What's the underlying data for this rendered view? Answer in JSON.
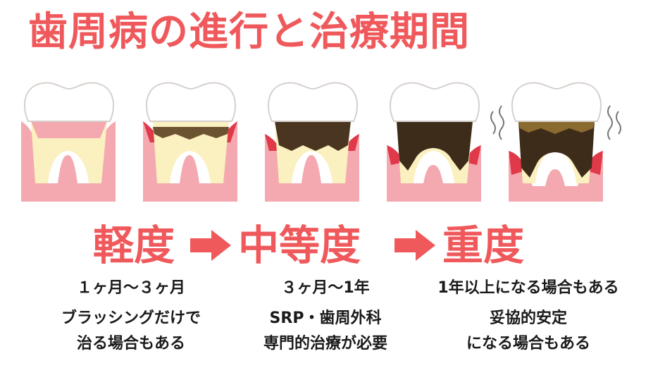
{
  "title": "歯周病の進行と治療期間",
  "stages": [
    "軽度",
    "中等度",
    "重度"
  ],
  "columns": [
    {
      "period": "１ヶ月〜３ヶ月",
      "desc": [
        "ブラッシングだけで",
        "治る場合もある"
      ]
    },
    {
      "period": "３ヶ月〜1年",
      "desc": [
        "SRP・歯周外科",
        "専門的治療が必要"
      ]
    },
    {
      "period": "1年以上になる場合もある",
      "desc": [
        "妥協的安定",
        "になる場合もある"
      ]
    }
  ],
  "colors": {
    "accent": "#f0595c",
    "gum": "#f4a9b0",
    "gum_dark": "#e0394a",
    "root": "#fbf0bf",
    "crown": "#ffffff",
    "tartar": "#4a3520"
  }
}
